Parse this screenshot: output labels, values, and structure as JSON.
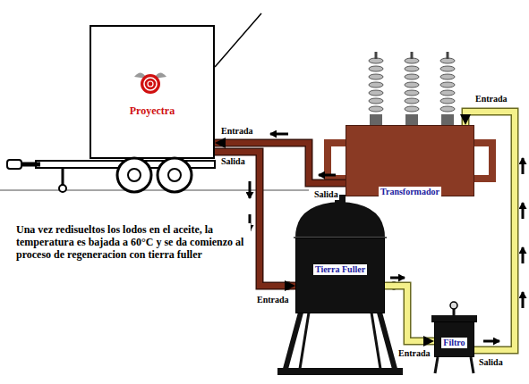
{
  "diagram": {
    "nodes": [
      {
        "text": [
          "Proyectra"
        ]
      },
      {
        "text": [
          "Transformador"
        ]
      },
      {
        "text": [
          "Tierra Fuller"
        ]
      },
      {
        "text": [
          "Filtro"
        ]
      }
    ],
    "edges": [
      {
        "from": 1,
        "to": 0,
        "arrow": "to"
      },
      {
        "from": 0,
        "to": 2,
        "arrow": "to"
      },
      {
        "from": 2,
        "to": 3,
        "arrow": "to"
      },
      {
        "from": 3,
        "to": 1,
        "arrow": "to"
      }
    ],
    "labels": [
      "Entrada",
      "Salida",
      "Entrada",
      "Salida",
      "Entrada",
      "Entrada",
      "Salida",
      "Una vez redisueltos los lodos en el aceite, la temperatura es bajada a 60°C y se da comienzo al proceso de regeneracion con tierra fuller"
    ]
  }
}
